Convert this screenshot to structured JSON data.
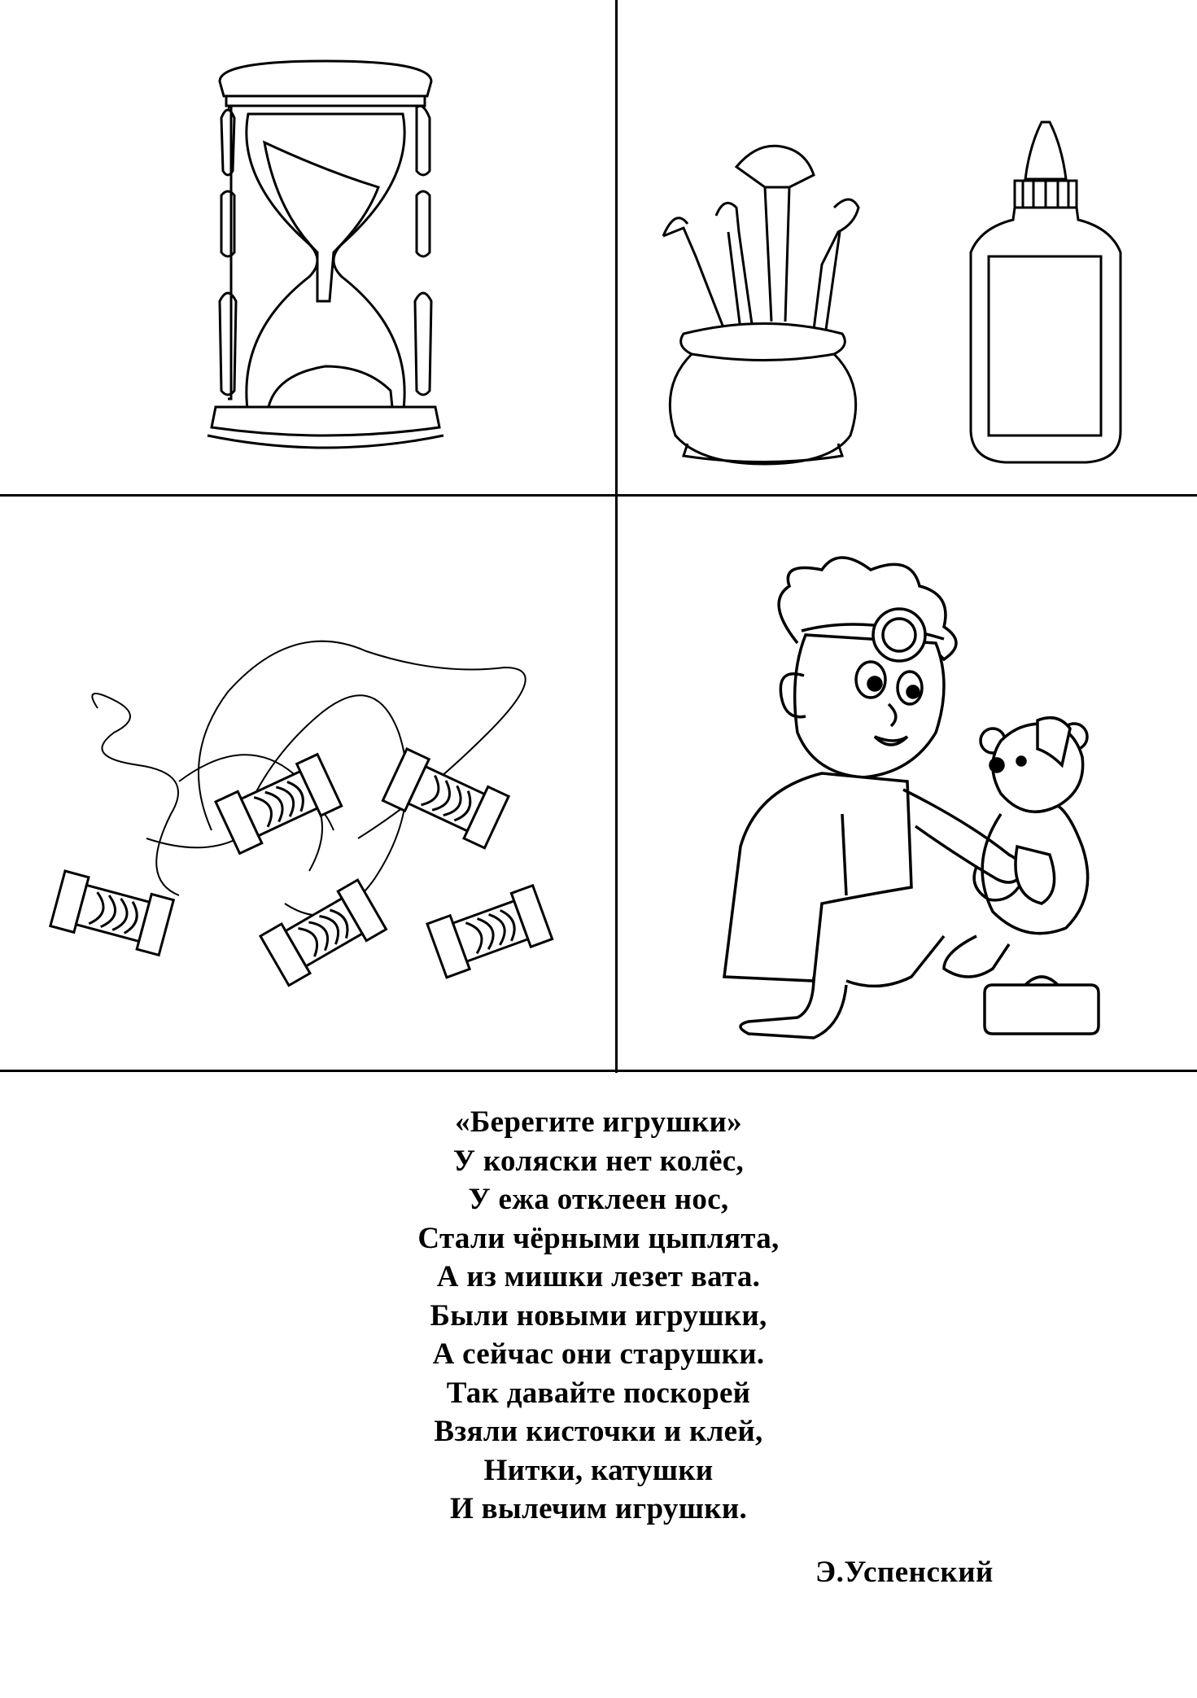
{
  "cells": [
    {
      "icon": "hourglass-icon"
    },
    {
      "icon": "paint-brushes-pot-icon"
    },
    {
      "icon": "glue-bottle-icon"
    },
    {
      "icon": "thread-spools-icon"
    },
    {
      "icon": "doctor-treating-teddy-bear-icon"
    }
  ],
  "poem": {
    "title": "«Берегите игрушки»",
    "lines": [
      "У коляски нет колёс,",
      "У ежа отклеен нос,",
      "Стали чёрными цыплята,",
      "А из мишки лезет вата.",
      "Были новыми игрушки,",
      "А сейчас они старушки.",
      "Так давайте поскорей",
      "Взяли кисточки и клей,",
      "Нитки, катушки",
      "И вылечим игрушки."
    ],
    "author": "Э.Успенский"
  }
}
